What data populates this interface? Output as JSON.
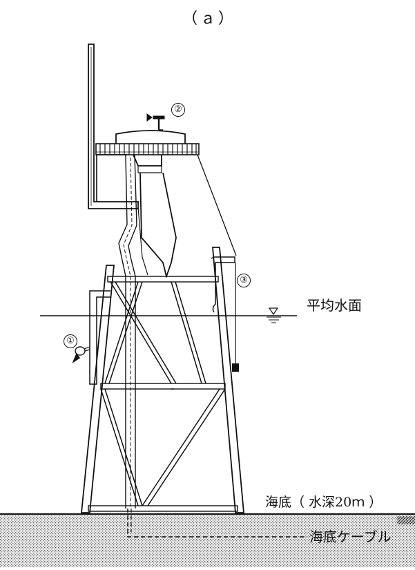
{
  "figure_label": "（ａ）",
  "labels": {
    "water_level": "平均水面",
    "seabed": "海底（ 水深20ｍ ）",
    "cable": "海底ケーブル"
  },
  "markers": {
    "m1": "①",
    "m2": "②",
    "m3": "③"
  },
  "colors": {
    "line": "#111111",
    "seabed_fill": "#d8d8d8"
  },
  "icons": [
    "water-level-triangle-icon",
    "current-meter-icon",
    "anemometer-icon",
    "wave-gauge-weight-icon"
  ]
}
